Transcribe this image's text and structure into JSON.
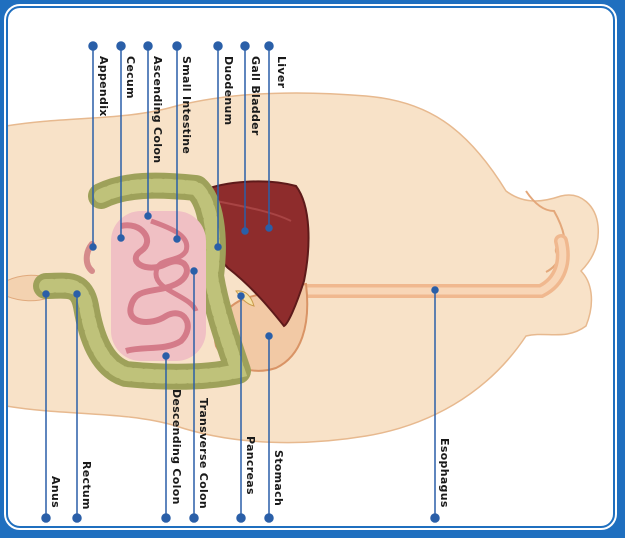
{
  "diagram": {
    "labels": {
      "liver": "Liver",
      "gall_bladder": "Gall Bladder",
      "duodenum": "Duodenum",
      "small_intestine": "Small Intestine",
      "ascending_colon": "Ascending Colon",
      "cecum": "Cecum",
      "appendix": "Appendix",
      "esophagus": "Esophagus",
      "stomach": "Stomach",
      "pancreas": "Pancreas",
      "transverse_colon": "Transverse Colon",
      "descending_colon": "Descending Colon",
      "rectum": "Rectum",
      "anus": "Anus"
    },
    "colors": {
      "frame_blue": "#1f6fbf",
      "leader_blue": "#2a5fa8",
      "skin": "#f7dcc0",
      "liver": "#8e2c2c",
      "colon": "#a7ab5f",
      "small_intestine": "#e8a8b0",
      "stomach": "#f2c9a5"
    }
  }
}
